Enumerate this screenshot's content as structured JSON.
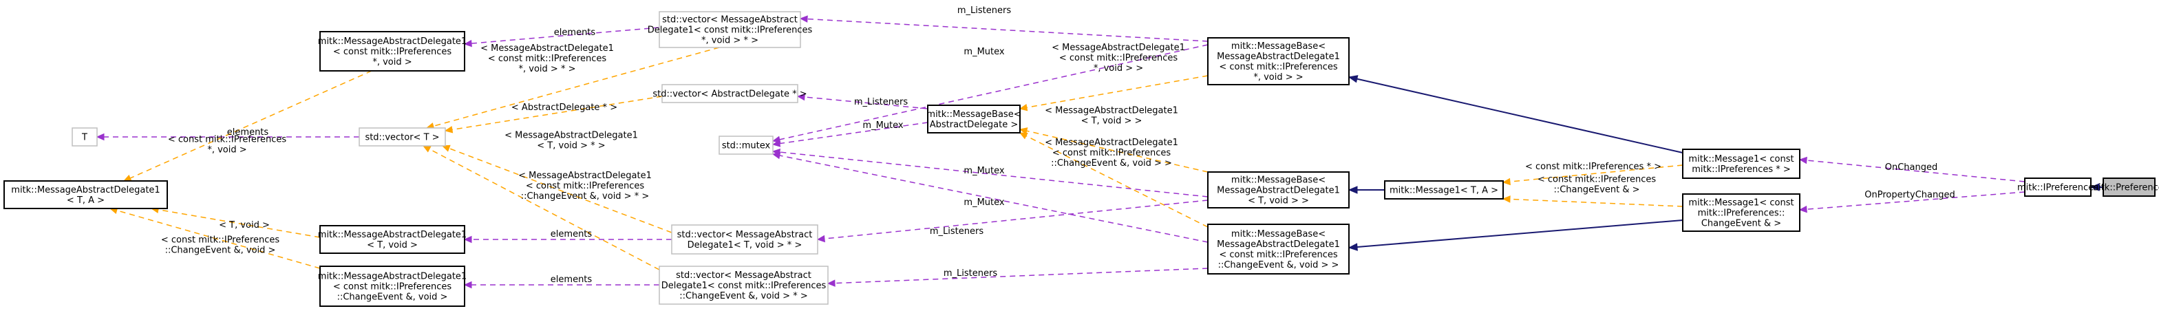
{
  "nodes": {
    "prefs": [
      "mitk::Preferences"
    ],
    "iprefs": [
      "mitk::IPreferences"
    ],
    "msg1_prefs": [
      "mitk::Message1< const",
      "mitk::IPreferences * >"
    ],
    "msg1_change": [
      "mitk::Message1< const",
      "mitk::IPreferences::",
      "ChangeEvent & >"
    ],
    "msgbase_prefs": [
      "mitk::MessageBase<",
      "MessageAbstractDelegate1",
      "< const mitk::IPreferences",
      "*, void > >"
    ],
    "msg1_ta": [
      "mitk::Message1< T, A >"
    ],
    "msgbase_tvoid": [
      "mitk::MessageBase<",
      "MessageAbstractDelegate1",
      "< T, void > >"
    ],
    "msgbase_change": [
      "mitk::MessageBase<",
      "MessageAbstractDelegate1",
      "< const mitk::IPreferences",
      "::ChangeEvent &, void > >"
    ],
    "msgbase_ad": [
      "mitk::MessageBase<",
      "AbstractDelegate >"
    ],
    "mutex": [
      "std::mutex"
    ],
    "vec_prefs": [
      "std::vector< MessageAbstract",
      "Delegate1< const mitk::IPreferences",
      "*, void > * >"
    ],
    "vec_ad": [
      "std::vector< AbstractDelegate * >"
    ],
    "vec_tvoid": [
      "std::vector< MessageAbstract",
      "Delegate1< T, void > * >"
    ],
    "vec_change": [
      "std::vector< MessageAbstract",
      "Delegate1< const mitk::IPreferences",
      "::ChangeEvent &, void > * >"
    ],
    "mad_prefs": [
      "mitk::MessageAbstractDelegate1",
      "< const mitk::IPreferences",
      "*, void >"
    ],
    "vec_t": [
      "std::vector< T >"
    ],
    "t": [
      "T"
    ],
    "mad_ta": [
      "mitk::MessageAbstractDelegate1",
      "< T, A >"
    ],
    "mad_tvoid": [
      "mitk::MessageAbstractDelegate1",
      "< T, void >"
    ],
    "mad_change": [
      "mitk::MessageAbstractDelegate1",
      "< const mitk::IPreferences",
      "::ChangeEvent &, void >"
    ]
  },
  "edge_labels": {
    "onchanged": [
      "OnChanged"
    ],
    "onpropertychanged": [
      "OnPropertyChanged"
    ],
    "tpl_msg1_prefs": [
      "< const mitk::IPreferences * >"
    ],
    "tpl_msg1_change": [
      "< const mitk::IPreferences",
      "::ChangeEvent & >"
    ],
    "tpl_msgbase_prefs": [
      "< MessageAbstractDelegate1",
      "< const mitk::IPreferences",
      "*, void > >"
    ],
    "tpl_msgbase_tvoid": [
      "< MessageAbstractDelegate1",
      "< T, void > >"
    ],
    "tpl_msgbase_change": [
      "< MessageAbstractDelegate1",
      "< const mitk::IPreferences",
      "::ChangeEvent &, void > >"
    ],
    "mutex_prefs": [
      "m_Mutex"
    ],
    "mutex_ad": [
      "m_Mutex"
    ],
    "mutex_tvoid": [
      "m_Mutex"
    ],
    "mutex_change": [
      "m_Mutex"
    ],
    "listeners_prefs": [
      "m_Listeners"
    ],
    "listeners_ad": [
      "m_Listeners"
    ],
    "listeners_tvoid": [
      "m_Listeners"
    ],
    "listeners_change": [
      "m_Listeners"
    ],
    "elements_prefs": [
      "elements"
    ],
    "elements_t": [
      "elements"
    ],
    "elements_tvoid": [
      "elements"
    ],
    "elements_change": [
      "elements"
    ],
    "tpl_vec_prefs": [
      "< MessageAbstractDelegate1",
      "< const mitk::IPreferences",
      "*, void > * >"
    ],
    "tpl_vec_ad": [
      "< AbstractDelegate * >"
    ],
    "tpl_vec_tvoid": [
      "< MessageAbstractDelegate1",
      "< T, void > * >"
    ],
    "tpl_vec_change": [
      "< MessageAbstractDelegate1",
      "< const mitk::IPreferences",
      "::ChangeEvent &, void > * >"
    ],
    "tpl_mad_prefs": [
      "< const mitk::IPreferences",
      "*, void >"
    ],
    "tpl_mad_tvoid": [
      "< T, void >"
    ],
    "tpl_mad_change": [
      "< const mitk::IPreferences",
      "::ChangeEvent &, void >"
    ]
  },
  "colors": {
    "inheritance": "#191970",
    "member": "#9a32cd",
    "template": "#ffa500",
    "focus_fill": "#bfbfbf",
    "ghost_border": "#bfbfbf"
  }
}
